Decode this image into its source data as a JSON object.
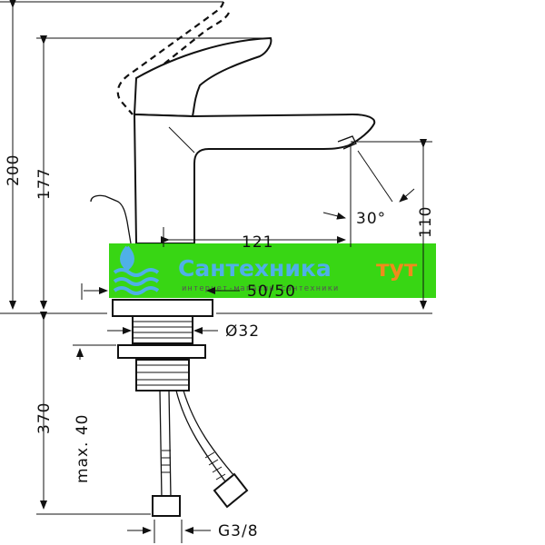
{
  "dimensions": {
    "total_height": "200",
    "body_height": "177",
    "spout_reach": "121",
    "outlet_height": "110",
    "spout_angle": "30°",
    "waste_valve_offset": "50/50",
    "mount_diameter": "Ø32",
    "hose_length": "370",
    "max_thickness": "max. 40",
    "connection_thread": "G3/8"
  },
  "watermark": {
    "name_part1": "Сантехника",
    "name_part2": "тут",
    "tagline": "интернет-магазин сантехники",
    "bar_color": "#27d200",
    "icon_color": "#4fb0e8"
  }
}
